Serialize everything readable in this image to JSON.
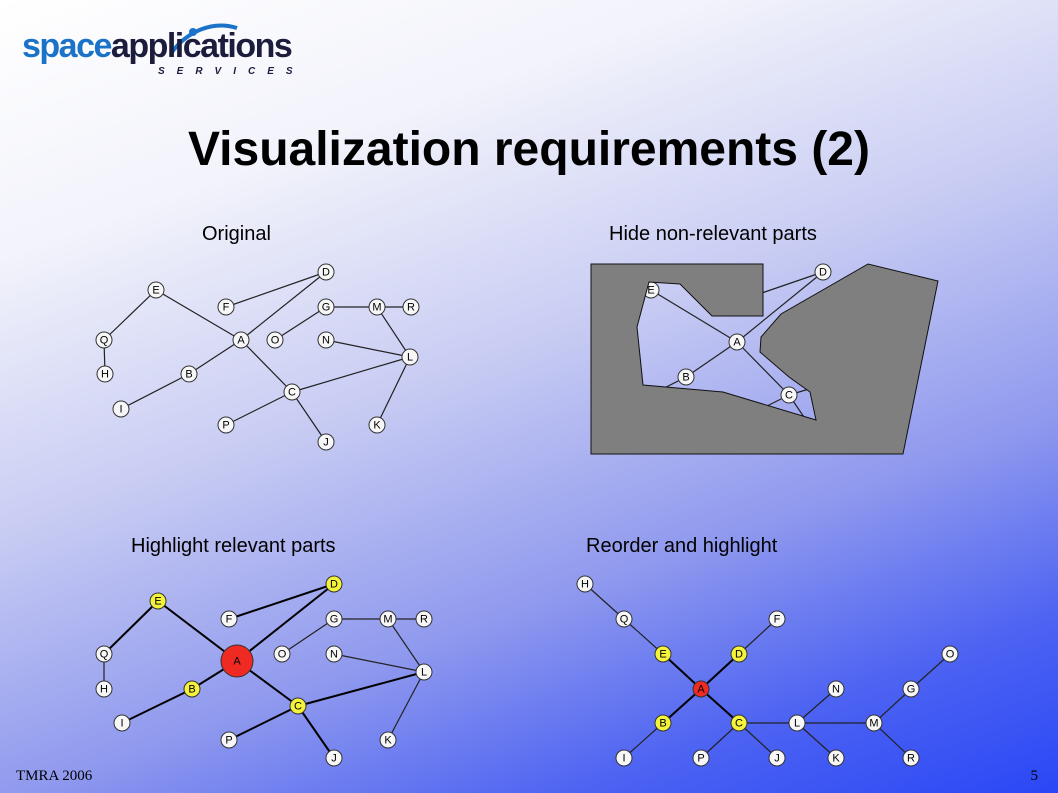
{
  "logo": {
    "word_space": "space",
    "word_apps": "applications",
    "sub": "SERVICES"
  },
  "title": "Visualization requirements (2)",
  "panels": {
    "original": {
      "label": "Original"
    },
    "hide": {
      "label": "Hide non-relevant parts"
    },
    "highlight": {
      "label": "Highlight relevant parts"
    },
    "reorder": {
      "label_bold": "Reorder",
      "label_rest": " and highlight"
    }
  },
  "footer": {
    "left": "TMRA 2006",
    "right": "5"
  },
  "colors": {
    "node": "#f7f7f7",
    "highlight": "#f4f23a",
    "focus": "#ee2a22",
    "mask": "#7f7f7f"
  },
  "graph": {
    "nodes": [
      "A",
      "B",
      "C",
      "D",
      "E",
      "F",
      "G",
      "H",
      "I",
      "J",
      "K",
      "L",
      "M",
      "N",
      "O",
      "P",
      "Q",
      "R"
    ],
    "edges": [
      [
        "E",
        "Q"
      ],
      [
        "Q",
        "H"
      ],
      [
        "E",
        "A"
      ],
      [
        "A",
        "B"
      ],
      [
        "B",
        "I"
      ],
      [
        "A",
        "D"
      ],
      [
        "F",
        "D"
      ],
      [
        "A",
        "C"
      ],
      [
        "C",
        "P"
      ],
      [
        "C",
        "J"
      ],
      [
        "C",
        "L"
      ],
      [
        "G",
        "O"
      ],
      [
        "G",
        "M"
      ],
      [
        "M",
        "R"
      ],
      [
        "M",
        "L"
      ],
      [
        "N",
        "L"
      ],
      [
        "L",
        "K"
      ]
    ],
    "relevant": [
      "A",
      "B",
      "C",
      "D",
      "E"
    ],
    "focus": "A"
  },
  "reorder_graph": {
    "edges": [
      [
        "H",
        "Q"
      ],
      [
        "Q",
        "E"
      ],
      [
        "E",
        "A"
      ],
      [
        "D",
        "F"
      ],
      [
        "D",
        "A"
      ],
      [
        "A",
        "B"
      ],
      [
        "A",
        "C"
      ],
      [
        "B",
        "I"
      ],
      [
        "C",
        "P"
      ],
      [
        "C",
        "J"
      ],
      [
        "C",
        "L"
      ],
      [
        "L",
        "K"
      ],
      [
        "L",
        "M"
      ],
      [
        "M",
        "R"
      ],
      [
        "M",
        "G"
      ],
      [
        "G",
        "O"
      ],
      [
        "N",
        "L"
      ]
    ]
  }
}
